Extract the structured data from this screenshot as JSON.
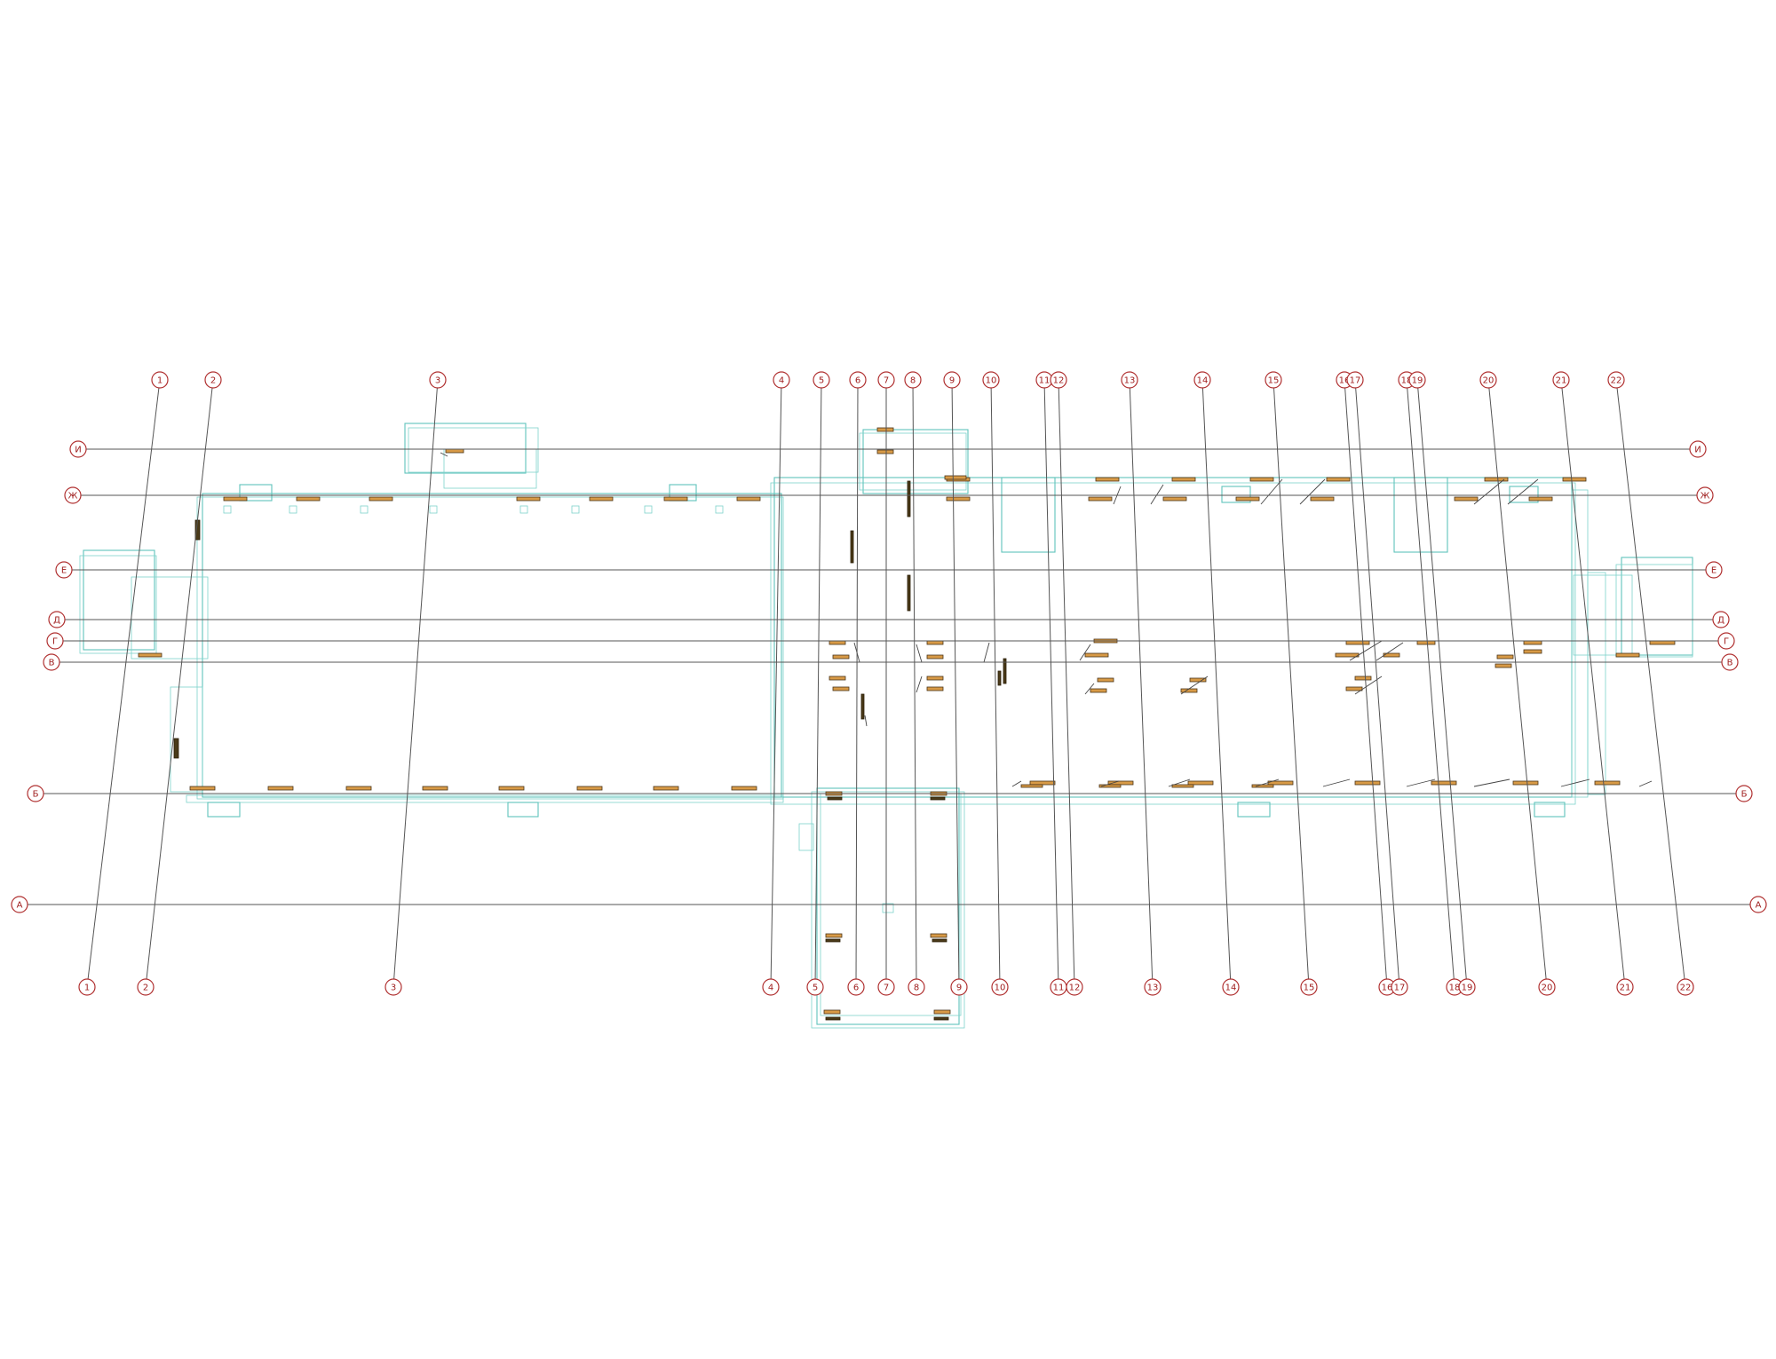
{
  "drawing": {
    "colors": {
      "grid": "#555555",
      "bubble_stroke": "#b03030",
      "bubble_text": "#a02020",
      "walls": "#5fc4bb",
      "beam": "#d89a46",
      "beam_dark": "#4a3a18"
    },
    "axes_numeric": [
      {
        "id": "1",
        "label": "1"
      },
      {
        "id": "2",
        "label": "2"
      },
      {
        "id": "3",
        "label": "3"
      },
      {
        "id": "4",
        "label": "4"
      },
      {
        "id": "5",
        "label": "5"
      },
      {
        "id": "6",
        "label": "6"
      },
      {
        "id": "7",
        "label": "7"
      },
      {
        "id": "8",
        "label": "8"
      },
      {
        "id": "9",
        "label": "9"
      },
      {
        "id": "10",
        "label": "10"
      },
      {
        "id": "11",
        "label": "11"
      },
      {
        "id": "12",
        "label": "12"
      },
      {
        "id": "13",
        "label": "13"
      },
      {
        "id": "14",
        "label": "14"
      },
      {
        "id": "15",
        "label": "15"
      },
      {
        "id": "16",
        "label": "16"
      },
      {
        "id": "17",
        "label": "17"
      },
      {
        "id": "18",
        "label": "18"
      },
      {
        "id": "19",
        "label": "19"
      },
      {
        "id": "20",
        "label": "20"
      },
      {
        "id": "21",
        "label": "21"
      },
      {
        "id": "22",
        "label": "22"
      }
    ],
    "axes_letter": [
      {
        "id": "I",
        "label": "И"
      },
      {
        "id": "Zh",
        "label": "Ж"
      },
      {
        "id": "E",
        "label": "Е"
      },
      {
        "id": "D",
        "label": "Д"
      },
      {
        "id": "G",
        "label": "Г"
      },
      {
        "id": "V",
        "label": "В"
      },
      {
        "id": "B",
        "label": "Б"
      },
      {
        "id": "A",
        "label": "А"
      }
    ]
  }
}
